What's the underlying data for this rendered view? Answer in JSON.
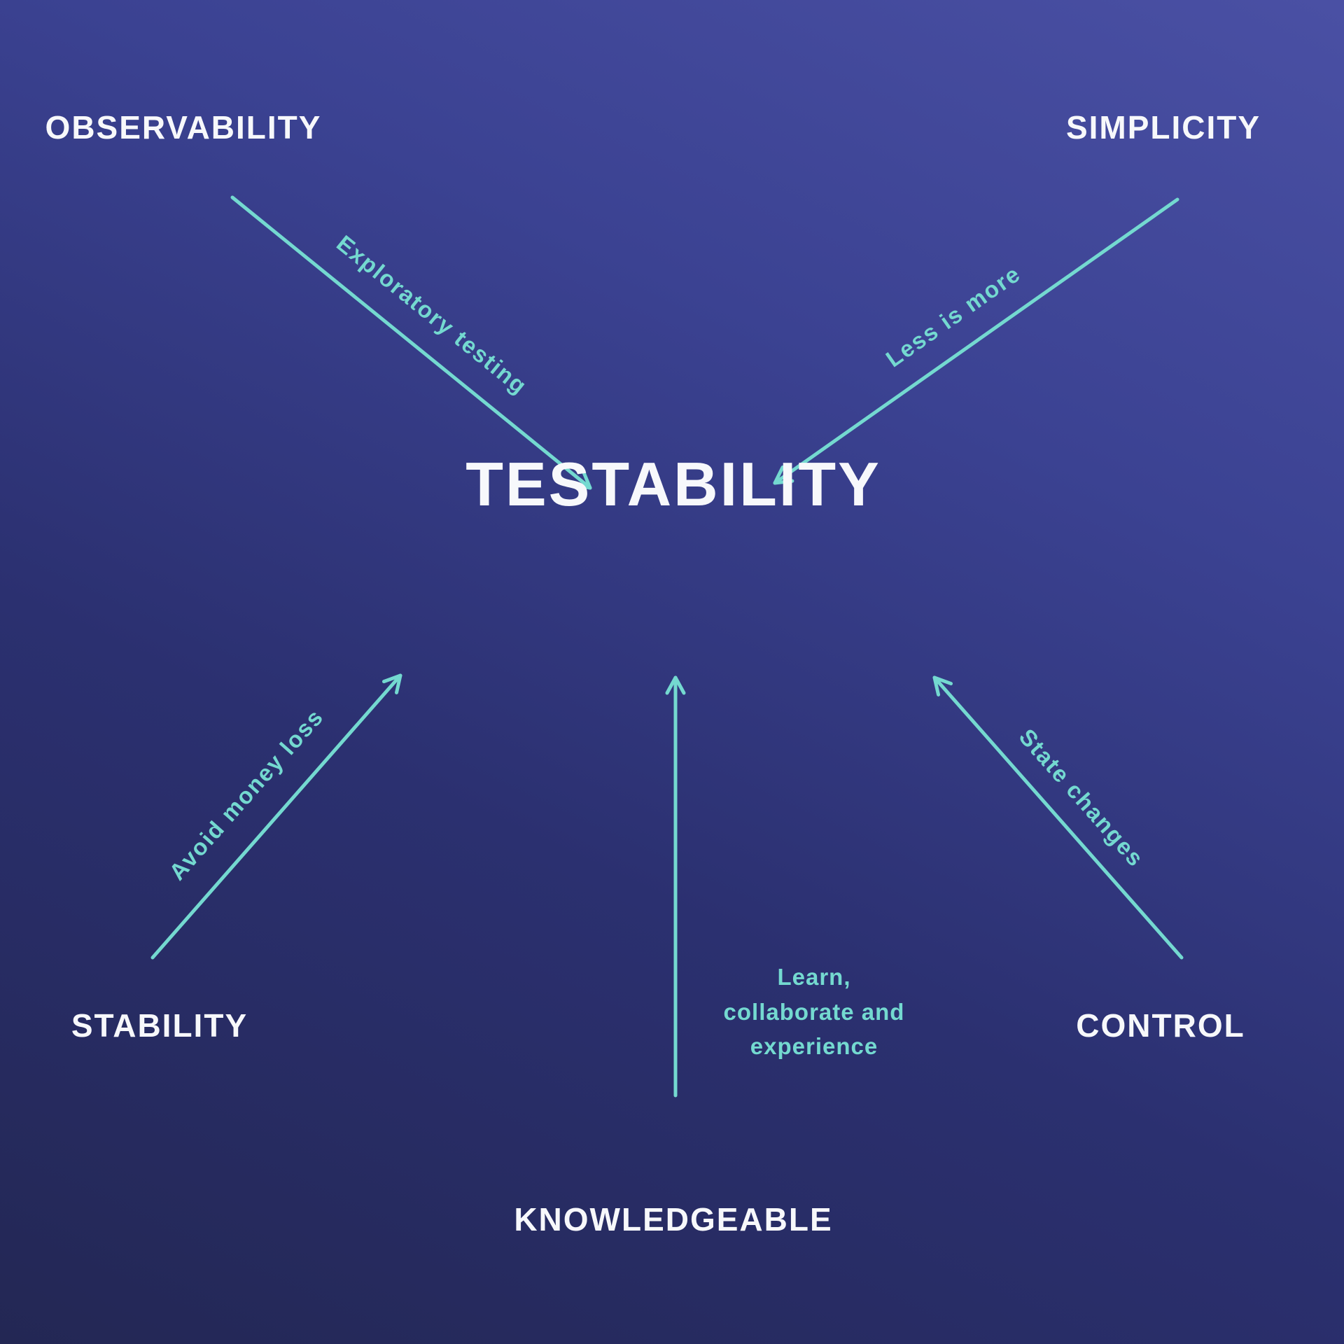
{
  "diagram": {
    "title_node": {
      "label": "TESTABILITY"
    },
    "nodes": [
      {
        "id": "observability",
        "label": "OBSERVABILITY"
      },
      {
        "id": "simplicity",
        "label": "SIMPLICITY"
      },
      {
        "id": "stability",
        "label": "STABILITY"
      },
      {
        "id": "knowledgeable",
        "label": "KNOWLEDGEABLE"
      },
      {
        "id": "control",
        "label": "CONTROL"
      }
    ],
    "edges": [
      {
        "from": "OBSERVABILITY",
        "to": "TESTABILITY",
        "label": "Exploratory testing"
      },
      {
        "from": "SIMPLICITY",
        "to": "TESTABILITY",
        "label": "Less is more"
      },
      {
        "from": "STABILITY",
        "to": "TESTABILITY",
        "label": "Avoid money loss"
      },
      {
        "from": "KNOWLEDGEABLE",
        "to": "TESTABILITY",
        "lines": [
          "Learn,",
          "collaborate and",
          "experience"
        ]
      },
      {
        "from": "CONTROL",
        "to": "TESTABILITY",
        "label": "State changes"
      }
    ],
    "colors": {
      "arrow": "#74d9d0",
      "node_text": "#f7f8fb",
      "background_top": "#4a50a4",
      "background_bottom": "#232754"
    }
  }
}
